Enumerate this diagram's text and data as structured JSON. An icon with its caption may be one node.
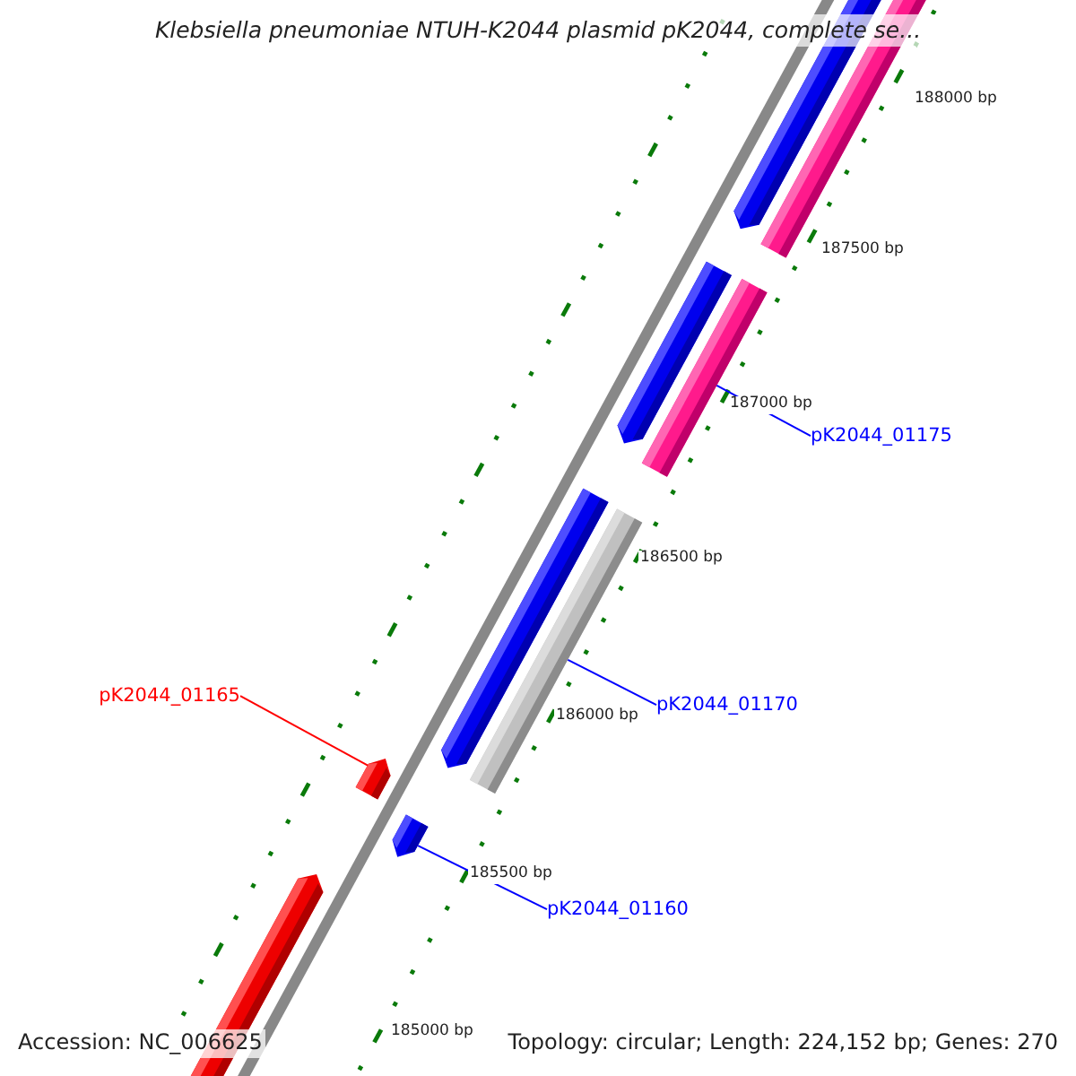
{
  "diagram": {
    "title": "Klebsiella pneumoniae NTUH-K2044 plasmid pK2044, complete se...",
    "nodes": [
      {
        "text": [
          "pK2044_01175"
        ]
      },
      {
        "text": [],
        "shape": "bar"
      },
      {
        "text": [
          "pK2044_01170"
        ]
      },
      {
        "text": [],
        "shape": "bar"
      },
      {
        "text": [
          "pK2044_01165"
        ]
      },
      {
        "text": [],
        "shape": "arrow"
      },
      {
        "text": [
          "pK2044_01160"
        ]
      },
      {
        "text": [],
        "shape": "arrow"
      }
    ],
    "edges": [
      {
        "from": 0,
        "to": 1,
        "arrow": "none"
      },
      {
        "from": 2,
        "to": 3,
        "arrow": "none"
      },
      {
        "from": 4,
        "to": 5,
        "arrow": "none",
        "color": "#ff0000"
      },
      {
        "from": 6,
        "to": 7,
        "arrow": "none"
      }
    ],
    "labels": [
      "188000 bp",
      "187500 bp",
      "187000 bp",
      "186500 bp",
      "186000 bp",
      "185500 bp",
      "185000 bp",
      "Accession: NC_006625",
      "Topology: circular; Length: 224,152 bp; Genes: 270"
    ]
  }
}
